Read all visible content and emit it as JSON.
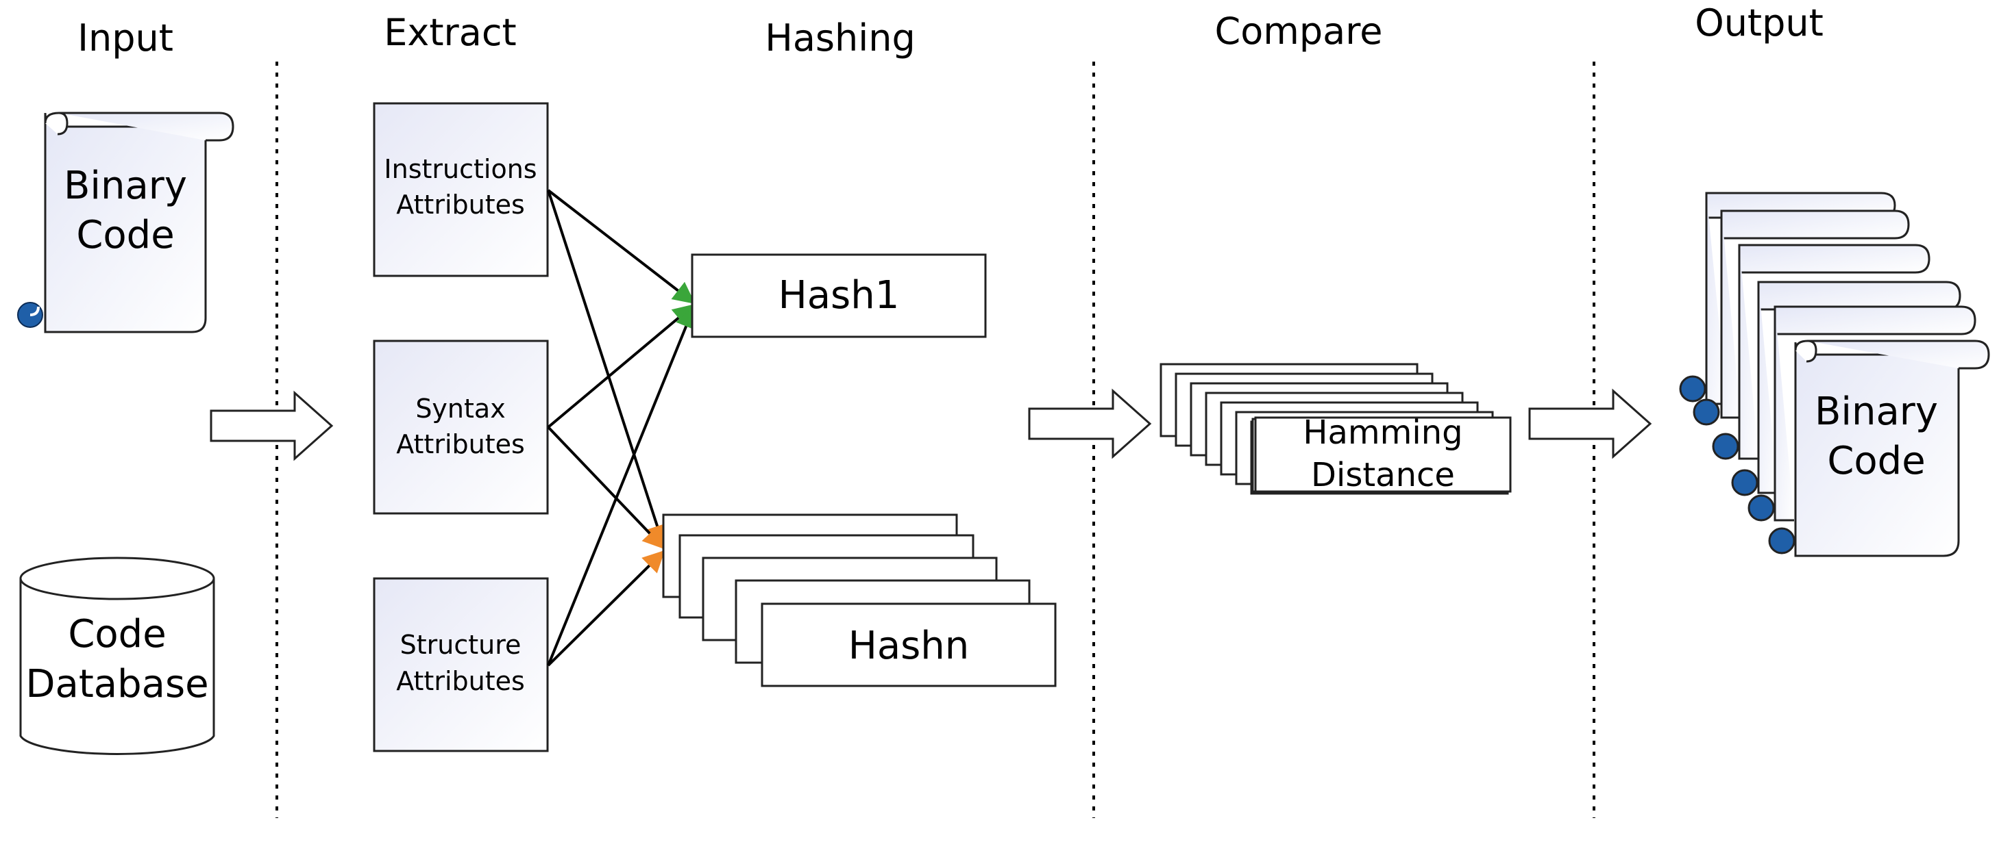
{
  "stages": {
    "input": "Input",
    "extract": "Extract",
    "hashing": "Hashing",
    "compare": "Compare",
    "output": "Output"
  },
  "input": {
    "binary_code": [
      "Binary",
      "Code"
    ],
    "code_database": [
      "Code",
      "Database"
    ]
  },
  "extract": {
    "instructions": [
      "Instructions",
      "Attributes"
    ],
    "syntax": [
      "Syntax",
      "Attributes"
    ],
    "structure": [
      "Structure",
      "Attributes"
    ]
  },
  "hashing": {
    "hash1": "Hash1",
    "hashn": "Hashn"
  },
  "compare": {
    "hamming": [
      "Hamming",
      "Distance"
    ]
  },
  "output": {
    "binary_code": [
      "Binary",
      "Code"
    ]
  },
  "colors": {
    "box_fill": "#f3f3fb",
    "scroll_fill": "#f5f6fc",
    "curl_blue": "#1f5fa8",
    "arrow_green": "#3aa63a",
    "arrow_orange": "#f08a2a"
  }
}
